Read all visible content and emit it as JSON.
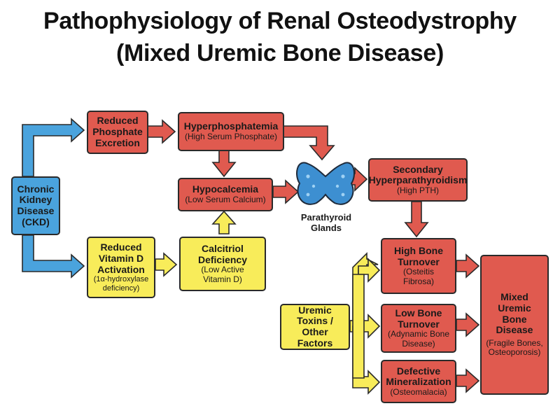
{
  "title": {
    "line1": "Pathophysiology of Renal Osteodystrophy",
    "line2": "(Mixed Uremic Bone Disease)"
  },
  "nodes": {
    "ckd": {
      "lines": [
        "Chronic",
        "Kidney",
        "Disease",
        "(CKD)"
      ]
    },
    "reduced_phosphate": {
      "lines": [
        "Reduced",
        "Phosphate",
        "Excretion"
      ]
    },
    "hyperphosphatemia": {
      "title": "Hyperphosphatemia",
      "sub": "(High Serum Phosphate)"
    },
    "hypocalcemia": {
      "title": "Hypocalcemia",
      "sub": "(Low Serum Calcium)"
    },
    "reduced_vitd": {
      "lines": [
        "Reduced",
        "Vitamin D",
        "Activation"
      ],
      "sub_lines": [
        "(1α-hydroxylase",
        "deficiency)"
      ]
    },
    "calcitriol": {
      "lines": [
        "Calcitriol",
        "Deficiency"
      ],
      "sub_lines": [
        "(Low Active",
        "Vitamin D)"
      ]
    },
    "parathyroid": {
      "lines": [
        "Parathyroid",
        "Glands"
      ]
    },
    "secondary_hpt": {
      "lines": [
        "Secondary",
        "Hyperparathyroidism"
      ],
      "sub": "(High PTH)"
    },
    "high_turnover": {
      "lines": [
        "High Bone",
        "Turnover"
      ],
      "sub_lines": [
        "(Osteitis",
        "Fibrosa)"
      ]
    },
    "low_turnover": {
      "lines": [
        "Low Bone",
        "Turnover"
      ],
      "sub_lines": [
        "(Adynamic Bone",
        "Disease)"
      ]
    },
    "defective_min": {
      "lines": [
        "Defective",
        "Mineralization"
      ],
      "sub": "(Osteomalacia)"
    },
    "uremic_toxins": {
      "lines": [
        "Uremic",
        "Toxins /",
        "Other Factors"
      ]
    },
    "mixed": {
      "lines": [
        "Mixed",
        "Uremic",
        "Bone",
        "Disease"
      ],
      "sub_lines": [
        "(Fragile Bones,",
        "Osteoporosis)"
      ]
    }
  },
  "colors": {
    "red": "#e05a4f",
    "yellow": "#f8ec5a",
    "blue": "#4aa3dd",
    "gland": "#3d8fd1",
    "outline": "#2a2a2a"
  }
}
